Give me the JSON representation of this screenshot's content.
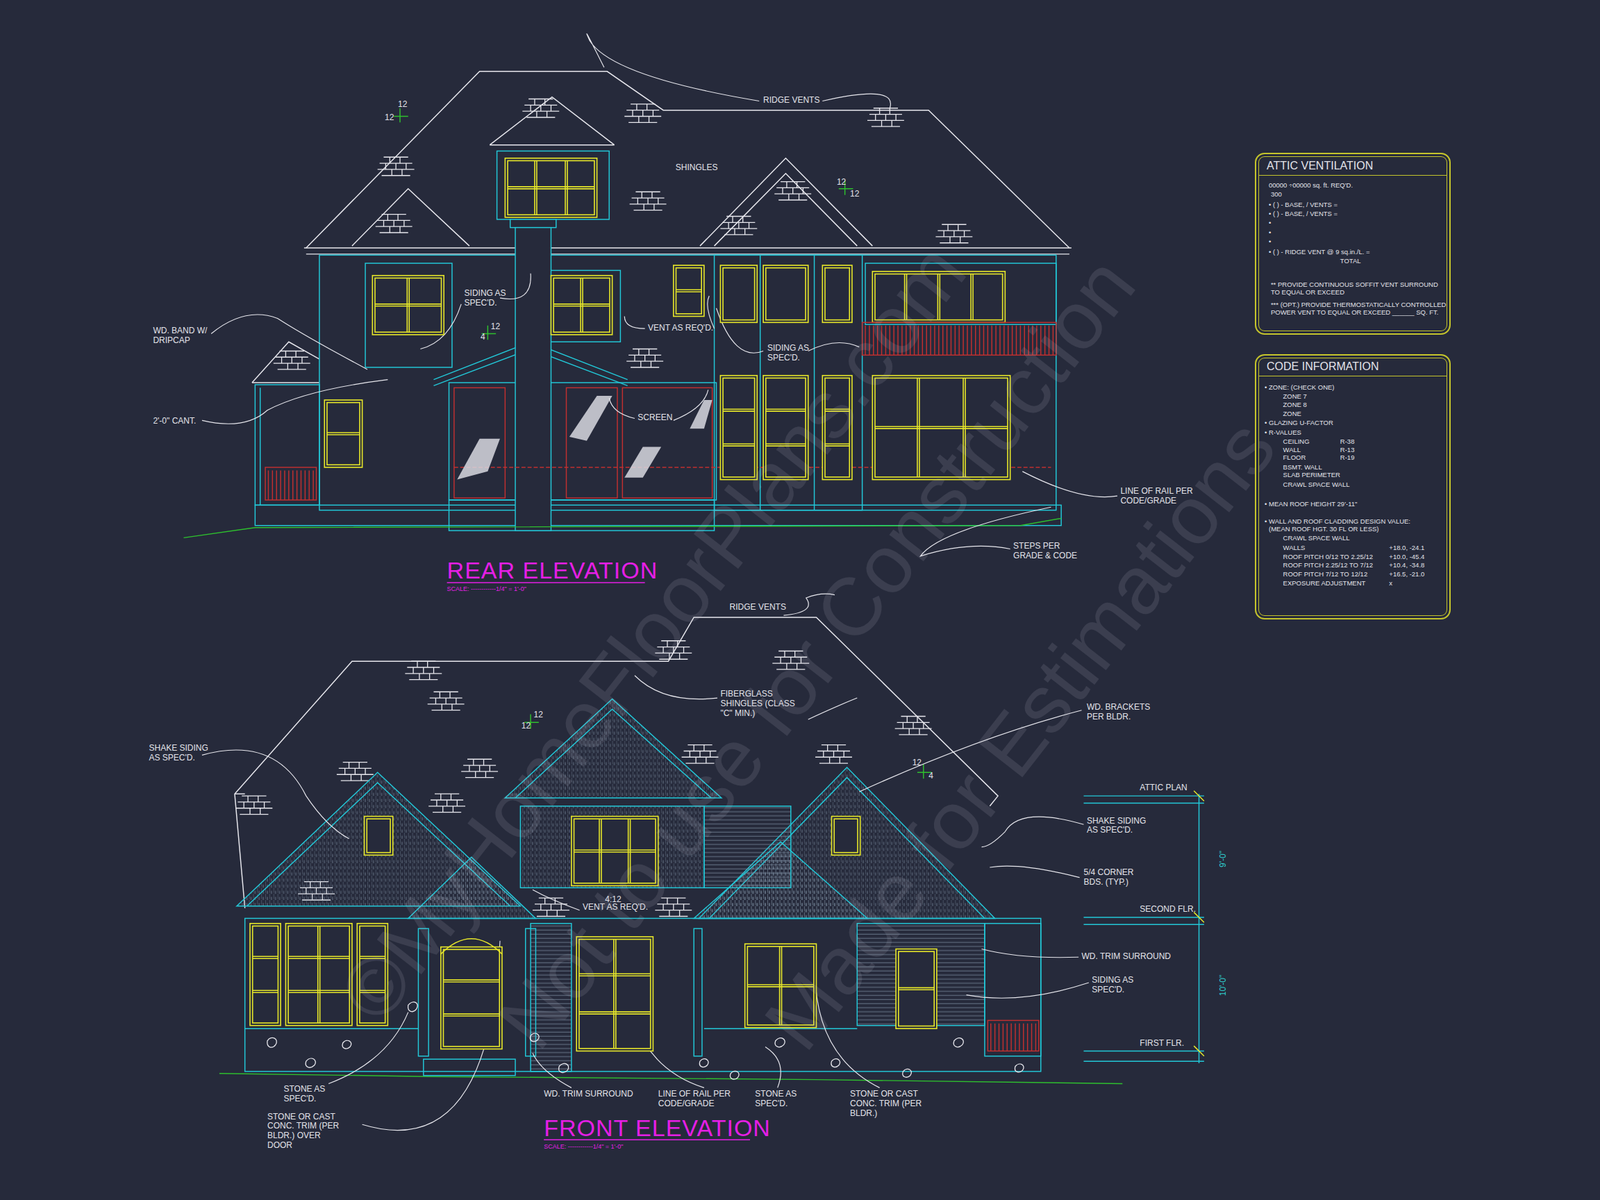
{
  "diagram": {
    "nodes": [
      {
        "text": [
          "ATTIC VENTILATION",
          "00000 ÷00000 sq. ft. REQ'D.",
          "300",
          "• ( ) - BASE, / VENTS =",
          "• ( ) - BASE, / VENTS =",
          "•",
          "•",
          "•",
          "• ( ) - RIDGE VENT @ 9 sq.in./L. =",
          "TOTAL",
          "** PROVIDE CONTINUOUS SOFFIT VENT SURROUND TO EQUAL OR EXCEED",
          "*** (OPT.) PROVIDE THERMOSTATICALLY CONTROLLED POWER VENT TO EQUAL OR EXCEED ______ SQ. FT."
        ]
      },
      {
        "text": [
          "CODE INFORMATION",
          "• ZONE: (CHECK ONE)",
          "ZONE 7",
          "ZONE 8",
          "ZONE",
          "• GLAZING U-FACTOR",
          "• R-VALUES",
          "CEILING",
          "R-38",
          "WALL",
          "R-13",
          "FLOOR",
          "R-19",
          "BSMT. WALL",
          "SLAB PERIMETER",
          "CRAWL SPACE WALL",
          "• MEAN ROOF HEIGHT 29'-11\"",
          "• WALL AND ROOF CLADDING DESIGN VALUE:",
          "(MEAN ROOF HGT. 30 FL OR LESS)",
          "CRAWL SPACE WALL",
          "WALLS",
          "+18.0, -24.1",
          "ROOF PITCH 0/12 TO 2.25/12",
          "+10.0, -45.4",
          "ROOF PITCH 2.25/12 TO 7/12",
          "+10.4, -34.8",
          "ROOF PITCH 7/12 TO 12/12",
          "+16.5, -21.0",
          "EXPOSURE ADJUSTMENT",
          "x"
        ]
      }
    ],
    "labels": [
      "RIDGE VENTS",
      "SHINGLES",
      "12",
      "12",
      "12",
      "12",
      "12",
      "4",
      "SIDING AS SPEC'D.",
      "WD. BAND W/ DRIPCAP",
      "VENT AS REQ'D.",
      "SIDING AS SPEC'D.",
      "2'-0\" CANT.",
      "SCREEN",
      "LINE OF RAIL PER CODE/GRADE",
      "STEPS PER GRADE & CODE",
      "REAR ELEVATION",
      "SCALE: ------------1/4\" = 1'-0\"",
      "RIDGE VENTS",
      "FIBERGLASS SHINGLES (CLASS \"C\" MIN.)",
      "WD. BRACKETS PER BLDR.",
      "SHAKE SIDING AS SPEC'D.",
      "12",
      "12",
      "12",
      "4",
      "ATTIC PLAN",
      "SHAKE SIDING AS SPEC'D.",
      "5/4 CORNER BDS. (TYP.)",
      "4:12",
      "VENT AS REQ'D.",
      "SECOND FLR.",
      "WD. TRIM SURROUND",
      "SIDING AS SPEC'D.",
      "FIRST FLR.",
      "9'-0\"",
      "10'-0\"",
      "STONE AS SPEC'D.",
      "STONE OR CAST CONC. TRIM (PER BLDR.) OVER DOOR",
      "WD. TRIM SURROUND",
      "LINE OF RAIL PER CODE/GRADE",
      "STONE AS SPEC'D.",
      "STONE OR CAST CONC. TRIM (PER BLDR.)",
      "FRONT ELEVATION",
      "SCALE: ------------1/4\" = 1'-0\"",
      "©MyHomeFloorPlans.com",
      "Not to use for Construction",
      "Made for Estimations"
    ]
  }
}
